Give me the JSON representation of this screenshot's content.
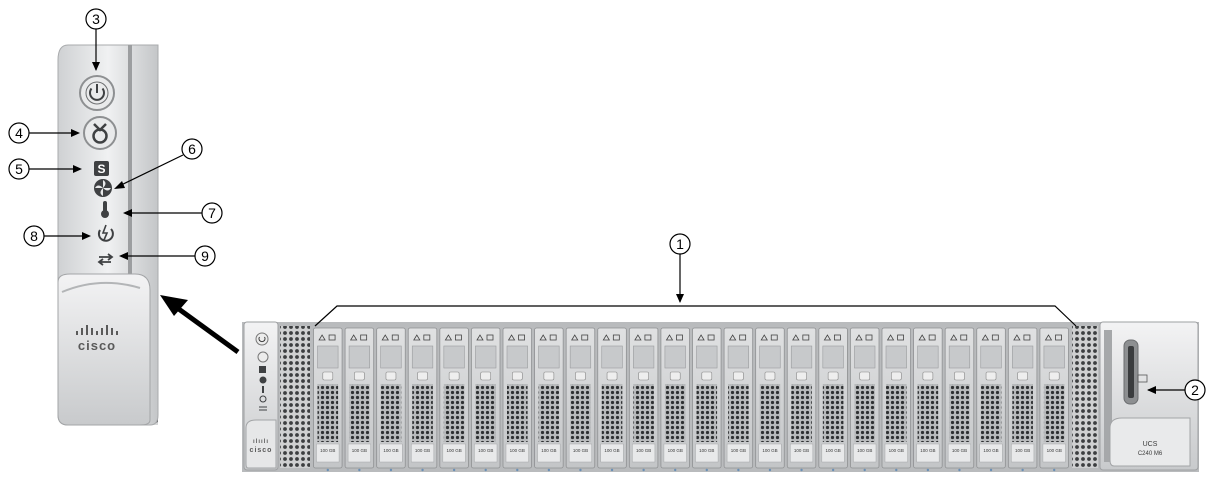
{
  "callouts": {
    "c1": "1",
    "c2": "2",
    "c3": "3",
    "c4": "4",
    "c5": "5",
    "c6": "6",
    "c7": "7",
    "c8": "8",
    "c9": "9"
  },
  "front_panel": {
    "brand": "cisco",
    "status_glyph": "S"
  },
  "server": {
    "brand": "cisco",
    "model_line1": "UCS",
    "model_line2": "C240 M6",
    "drive_count": 24,
    "drive_label": "100 GB"
  },
  "icons": [
    "power-button-icon",
    "unit-identification-icon",
    "status-icon",
    "fan-icon",
    "temperature-icon",
    "power-supply-icon",
    "network-link-icon"
  ],
  "colors": {
    "chassis": "#c9cbcd",
    "bezel": "#e4e5e6",
    "drive": "#d2d3d4"
  }
}
